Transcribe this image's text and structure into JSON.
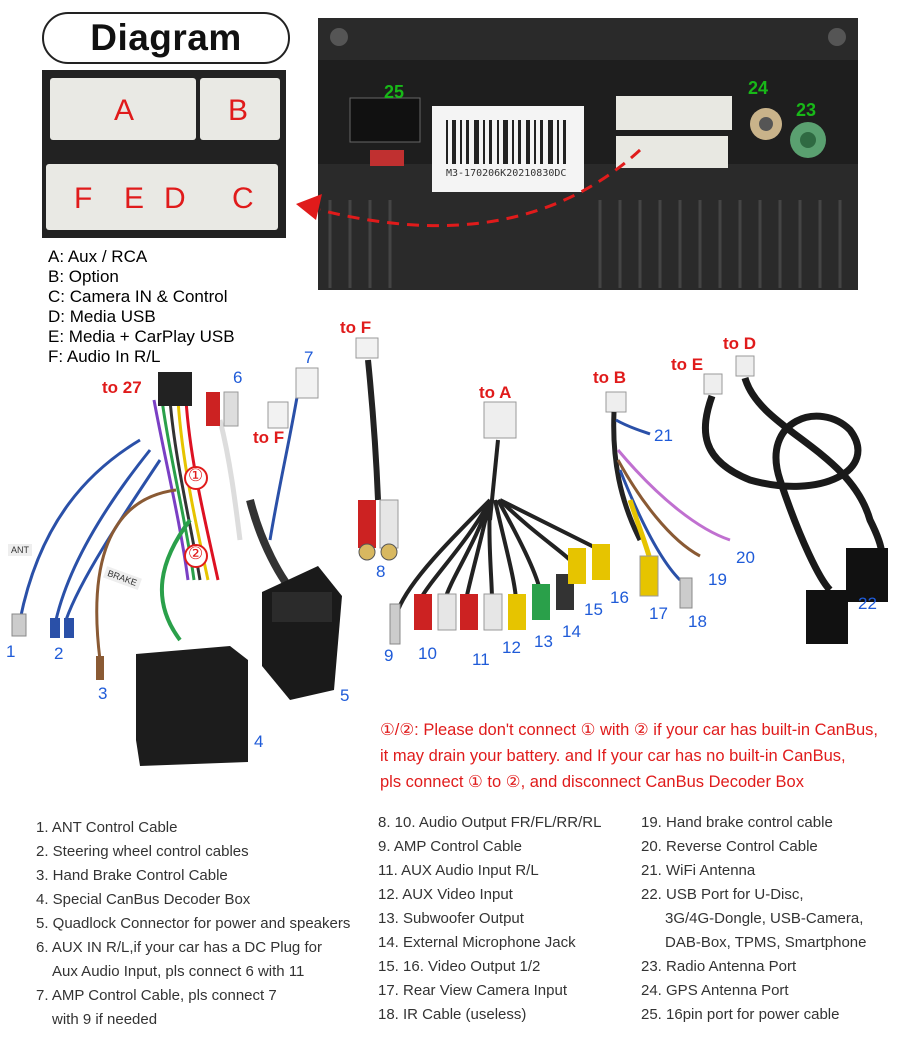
{
  "title": "Diagram",
  "connector_letters": [
    "A",
    "B",
    "F",
    "E",
    "D",
    "C"
  ],
  "legend": [
    "A: Aux / RCA",
    "B: Option",
    "C: Camera IN & Control",
    "D: Media USB",
    "E: Media + CarPlay USB",
    "F: Audio In R/L"
  ],
  "head_unit": {
    "port_labels": [
      "25",
      "24",
      "23"
    ],
    "barcode_text": "M3-170206K20210830DC"
  },
  "cable_tags": [
    "to F",
    "to 27",
    "to F",
    "to A",
    "to B",
    "to E",
    "to D"
  ],
  "wire_tags": [
    "ANT",
    "BRAKE"
  ],
  "connector_marks": [
    "①",
    "②"
  ],
  "numbers": [
    "1",
    "2",
    "3",
    "4",
    "5",
    "6",
    "7",
    "8",
    "9",
    "10",
    "11",
    "12",
    "13",
    "14",
    "15",
    "16",
    "17",
    "18",
    "19",
    "20",
    "21",
    "22"
  ],
  "warning": [
    "①/②: Please don't connect ① with ② if your car has built-in CanBus,",
    "it may drain your battery. and If your car has no built-in CanBus,",
    "pls connect ① to ②, and disconnect CanBus Decoder Box"
  ],
  "parts_col1": [
    "1. ANT Control Cable",
    "2. Steering wheel control cables",
    "3. Hand Brake Control Cable",
    "4. Special CanBus Decoder Box",
    "5. Quadlock Connector for power and speakers",
    "6. AUX IN R/L,if your car has a DC Plug for",
    "    Aux Audio Input, pls connect 6 with 11",
    "7. AMP Control Cable, pls connect 7",
    "    with 9 if needed"
  ],
  "parts_col2": [
    "8. 10. Audio Output FR/FL/RR/RL",
    "9. AMP Control Cable",
    "11. AUX Audio Input R/L",
    "12. AUX Video Input",
    "13. Subwoofer Output",
    "14. External Microphone Jack",
    "15. 16. Video Output 1/2",
    "17. Rear View Camera Input",
    "18. IR Cable (useless)"
  ],
  "parts_col3": [
    "19. Hand brake control cable",
    "20. Reverse Control Cable",
    "21. WiFi Antenna",
    "22. USB Port for U-Disc,",
    "      3G/4G-Dongle, USB-Camera,",
    "      DAB-Box, TPMS, Smartphone",
    "23. Radio Antenna Port",
    "24. GPS Antenna Port",
    "25. 16pin port for power cable"
  ]
}
